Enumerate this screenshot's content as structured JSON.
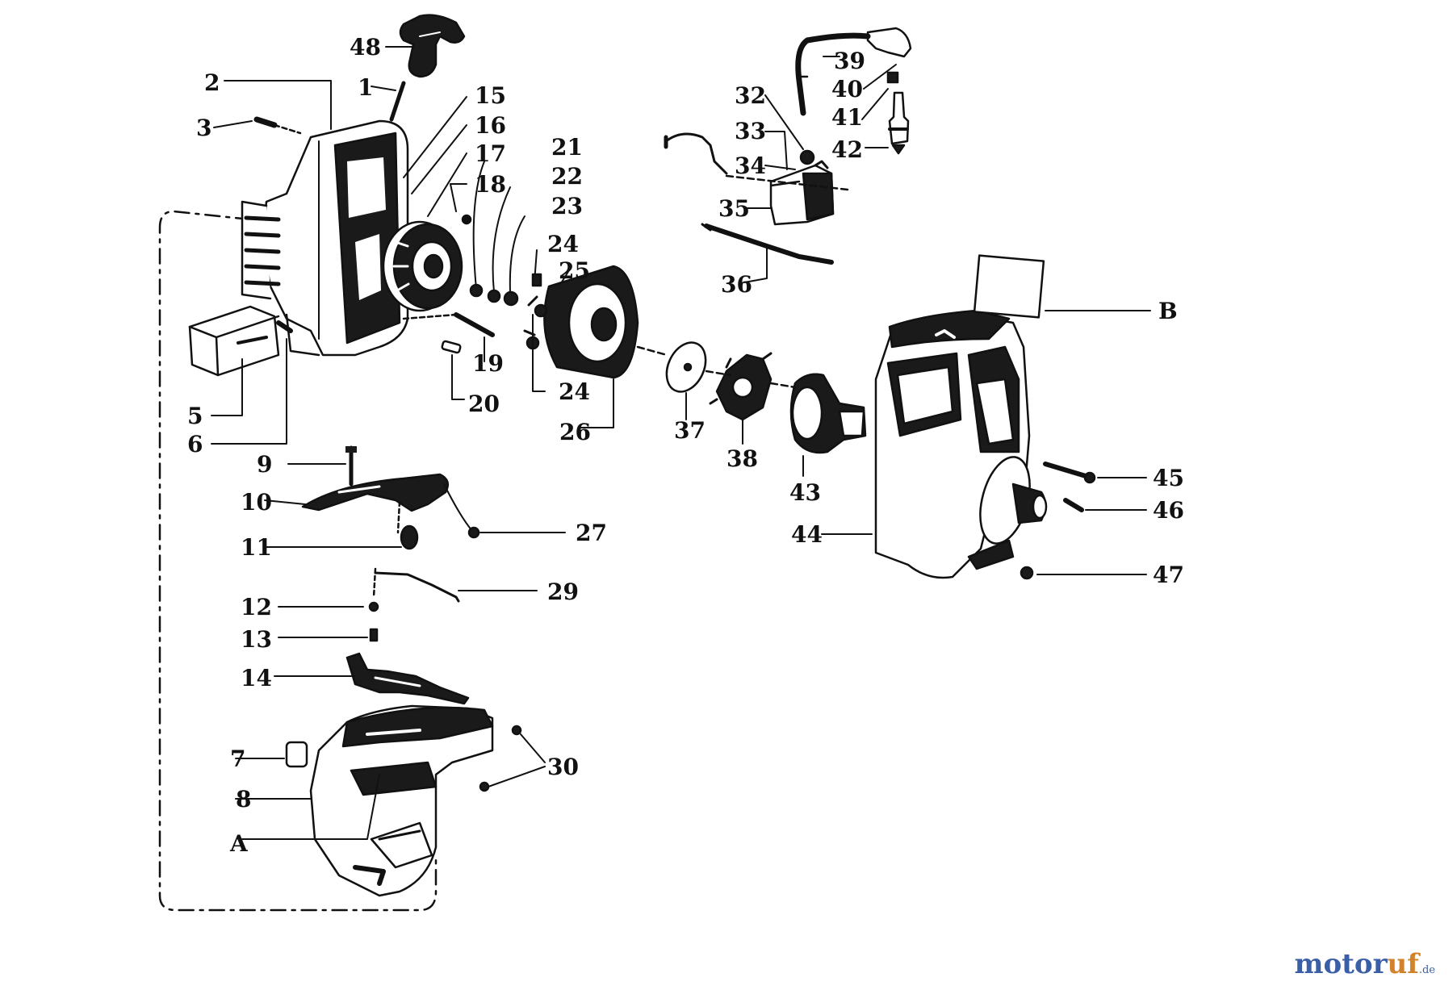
{
  "diagram": {
    "labels": {
      "l48": "48",
      "l1": "1",
      "l2": "2",
      "l3": "3",
      "l15": "15",
      "l16": "16",
      "l17": "17",
      "l18": "18",
      "l21": "21",
      "l22": "22",
      "l23": "23",
      "l24a": "24",
      "l25": "25",
      "l19": "19",
      "l20": "20",
      "l24b": "24",
      "l26": "26",
      "l5": "5",
      "l6": "6",
      "l9": "9",
      "l10": "10",
      "l11": "11",
      "l27": "27",
      "l29": "29",
      "l12": "12",
      "l13": "13",
      "l14": "14",
      "l7": "7",
      "l8": "8",
      "lA": "A",
      "l30": "30",
      "l32": "32",
      "l33": "33",
      "l34": "34",
      "l35": "35",
      "l36": "36",
      "l39": "39",
      "l40": "40",
      "l41": "41",
      "l42": "42",
      "lB": "B",
      "l37": "37",
      "l38": "38",
      "l43": "43",
      "l44": "44",
      "l45": "45",
      "l46": "46",
      "l47": "47"
    }
  },
  "watermark": {
    "part_a": "motor",
    "part_b": "uf",
    "tld": ".de"
  },
  "colors": {
    "ink": "#111111",
    "watermark_blue": "#3b5fa6",
    "watermark_orange": "#d2822a"
  }
}
